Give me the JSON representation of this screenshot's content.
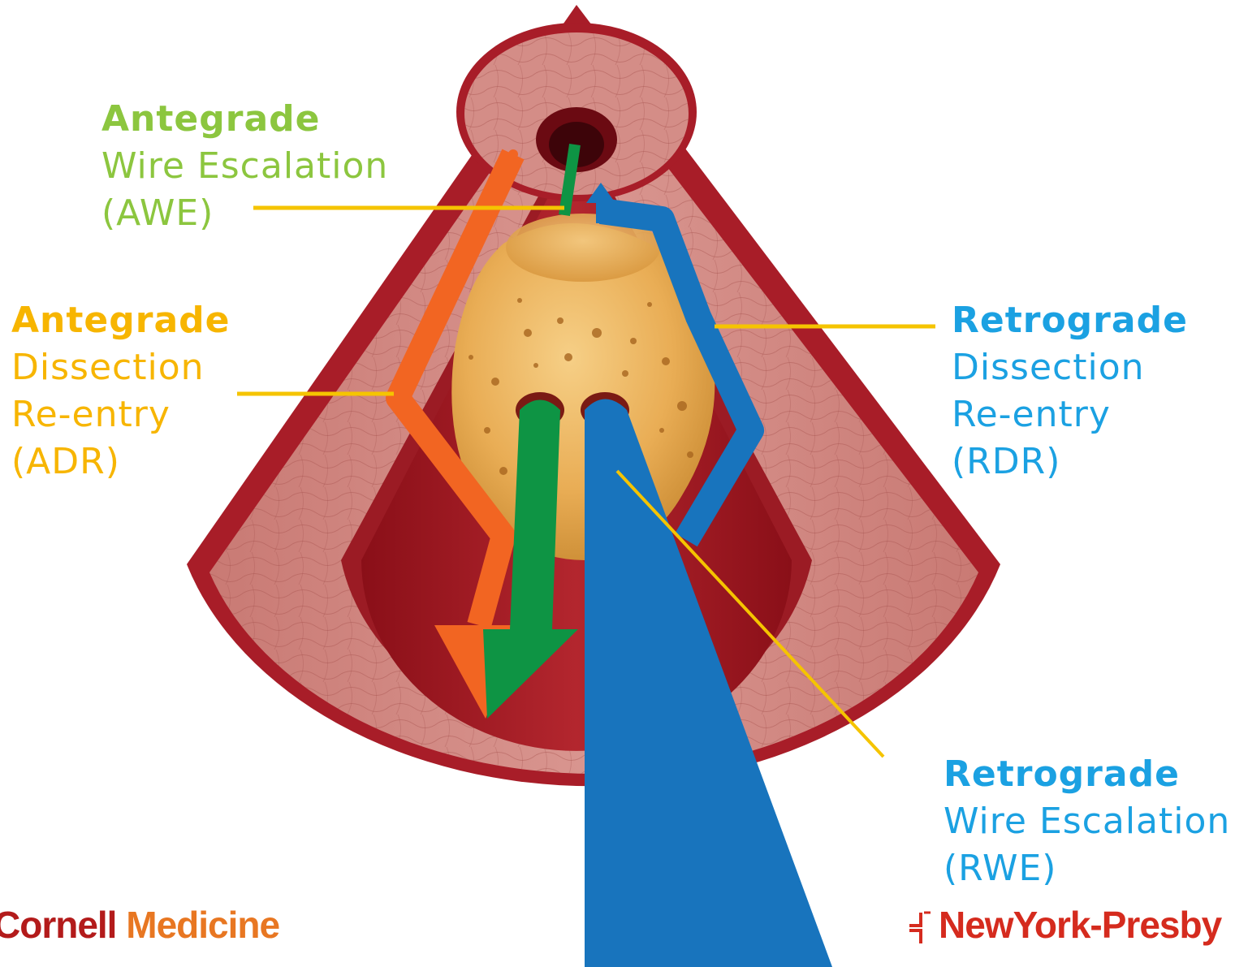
{
  "labels": {
    "awe": {
      "head": "Antegrade",
      "line1": "Wire Escalation",
      "line2": "(AWE)"
    },
    "adr": {
      "head": "Antegrade",
      "line1": "Dissection",
      "line2": "Re-entry",
      "line3": "(ADR)"
    },
    "rdr": {
      "head": "Retrograde",
      "line1": "Dissection",
      "line2": "Re-entry",
      "line3": "(RDR)"
    },
    "rwe": {
      "head": "Retrograde",
      "line1": "Wire Escalation",
      "line2": "(RWE)"
    }
  },
  "logos": {
    "left_part1": "Cornell",
    "left_part2": " Medicine",
    "right": "NewYork-Presby"
  },
  "colors": {
    "antegrade_wire": "#8cc63f",
    "antegrade_dissection": "#f7b500",
    "retrograde": "#1ba1e2",
    "leader_line": "#f5c400",
    "vessel_red": "#b01e2a",
    "orange_arrow": "#f26522",
    "green_arrow": "#0e9444",
    "blue_arrow": "#1874bd",
    "plaque": "#e8a84a"
  }
}
